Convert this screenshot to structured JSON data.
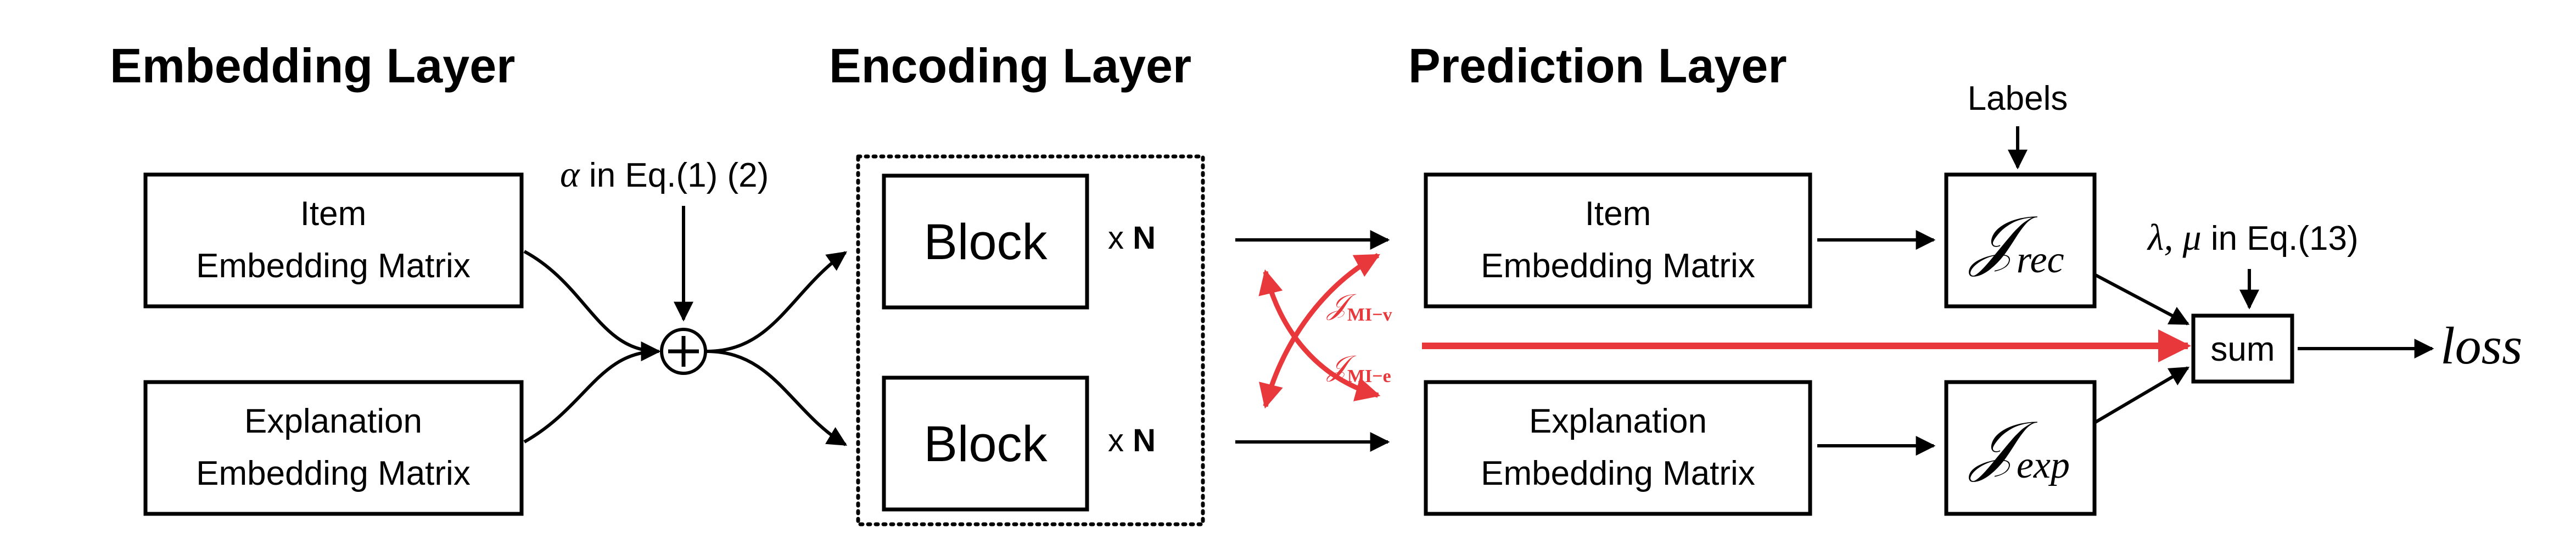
{
  "titles": {
    "embedding": "Embedding Layer",
    "encoding": "Encoding Layer",
    "prediction": "Prediction Layer"
  },
  "embedding": {
    "item_line1": "Item",
    "item_line2": "Embedding Matrix",
    "expl_line1": "Explanation",
    "expl_line2": "Embedding Matrix"
  },
  "alpha_note": {
    "symbol": "α",
    "text": " in Eq.(1) (2)"
  },
  "plus_symbol": "+",
  "encoding": {
    "block_top": "Block",
    "block_bottom": "Block",
    "repeat_top_x": "x ",
    "repeat_top_n": "N",
    "repeat_bottom_x": "x ",
    "repeat_bottom_n": "N"
  },
  "mi": {
    "v_main": "𝒥",
    "v_sub": "MI−v",
    "e_main": "𝒥",
    "e_sub": "MI−e"
  },
  "prediction": {
    "item_line1": "Item",
    "item_line2": "Embedding Matrix",
    "expl_line1": "Explanation",
    "expl_line2": "Embedding Matrix"
  },
  "labels_text": "Labels",
  "loss_terms": {
    "rec_main": "𝒥",
    "rec_sub": "rec",
    "exp_main": "𝒥",
    "exp_sub": "exp"
  },
  "lambda_note": {
    "symbols": "λ, μ",
    "text": " in Eq.(13)"
  },
  "sum_label": "sum",
  "loss_label": "loss",
  "colors": {
    "ink": "#000000",
    "accent_red": "#e8383b"
  },
  "icons": [
    "plus-circle-icon",
    "arrow-icon"
  ]
}
